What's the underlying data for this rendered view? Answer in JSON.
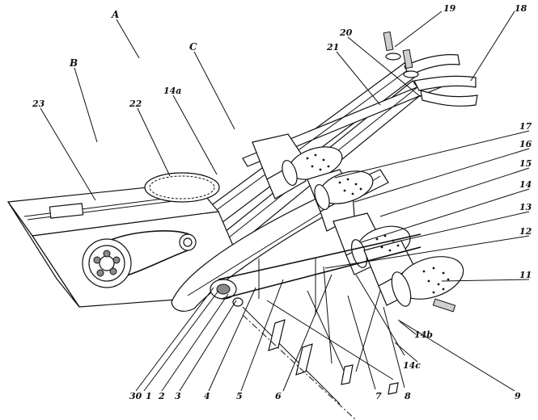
{
  "labels": {
    "A": "A",
    "B": "B",
    "C": "C",
    "n23": "23",
    "n22": "22",
    "n14a": "14a",
    "n21": "21",
    "n20": "20",
    "n19": "19",
    "n18": "18",
    "n17": "17",
    "n16": "16",
    "n15": "15",
    "n14": "14",
    "n13": "13",
    "n12": "12",
    "n11": "11",
    "n14b": "14b",
    "n14c": "14c",
    "n9": "9",
    "n8": "8",
    "n7": "7",
    "n6": "6",
    "n5": "5",
    "n4": "4",
    "n3": "3",
    "n2": "2",
    "n1": "1",
    "n30": "30"
  }
}
